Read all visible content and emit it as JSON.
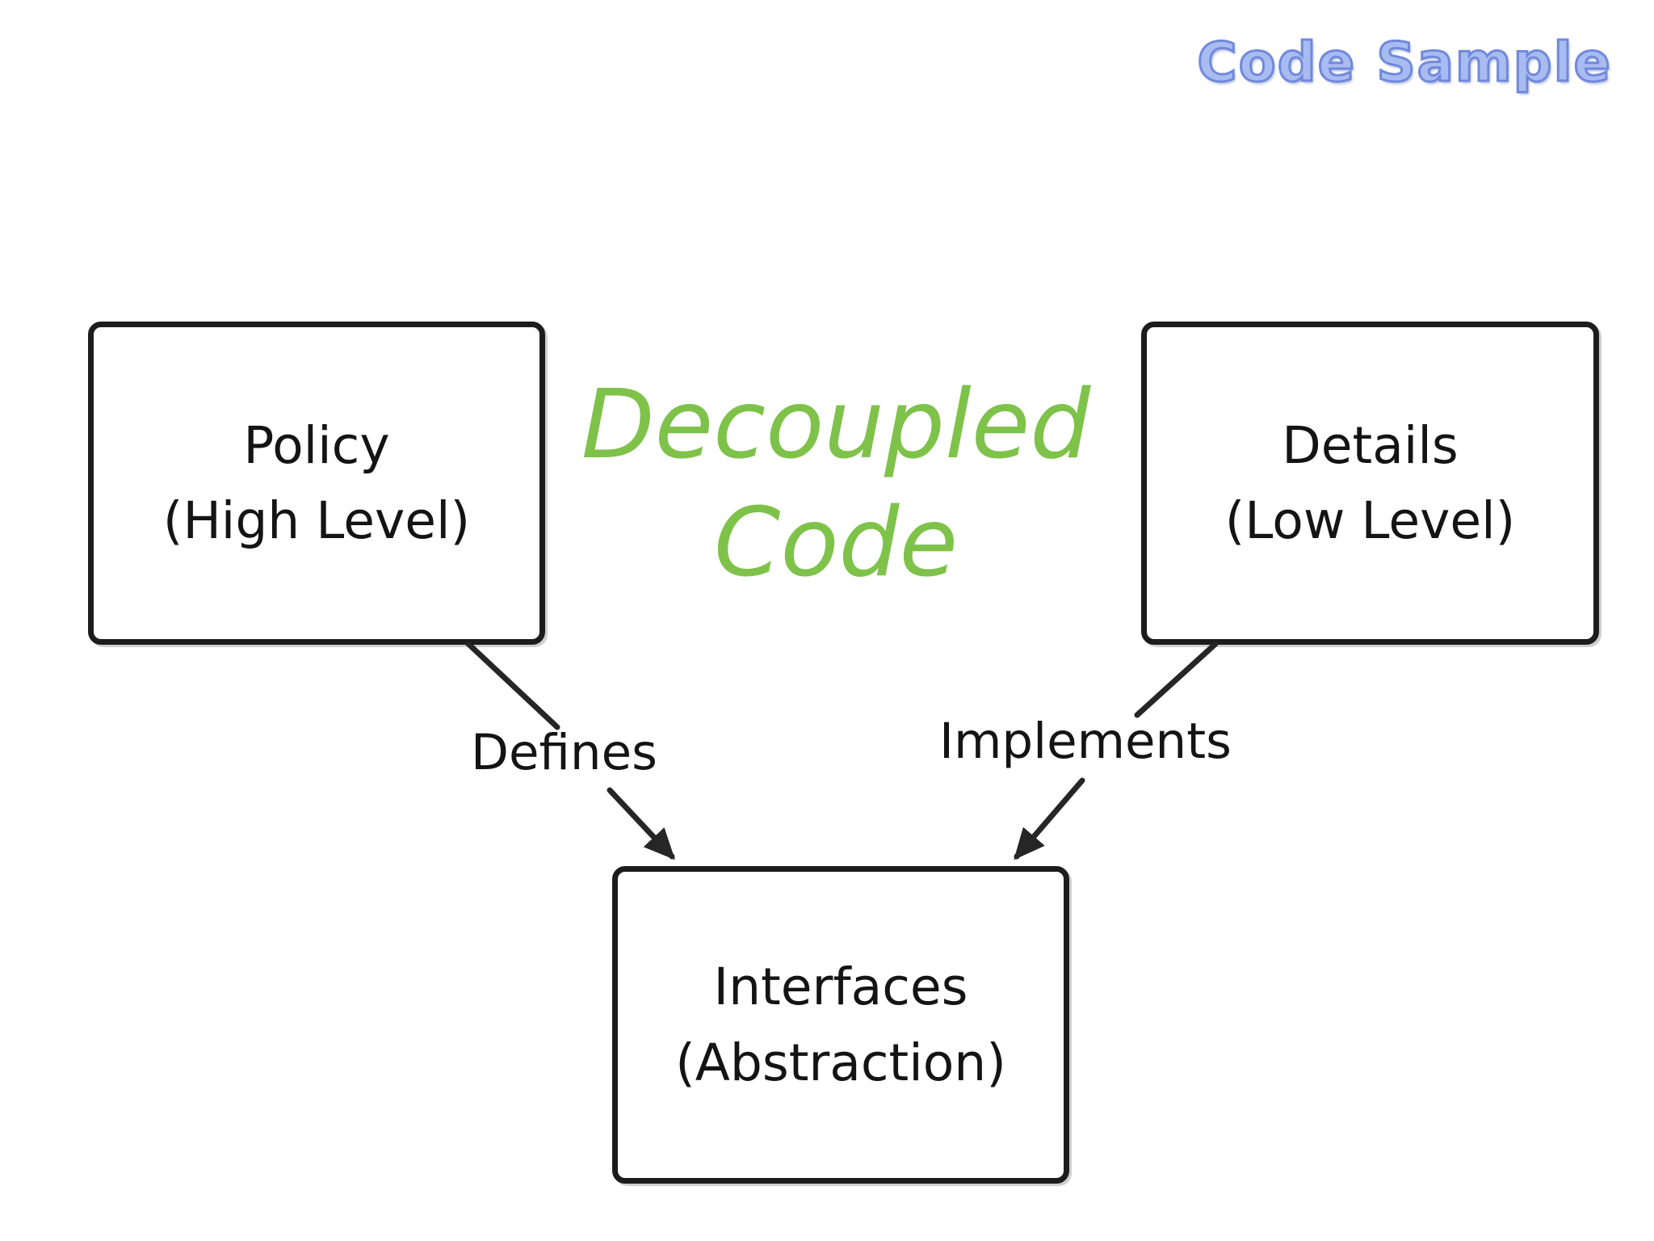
{
  "slide": {
    "background": "#ffffff"
  },
  "badge": {
    "label": "Code Sample",
    "fill_color": "#a9bcf1",
    "outline_color": "#7189dc"
  },
  "title": {
    "line1": "Decoupled",
    "line2": "Code",
    "color": "#7ec24a"
  },
  "nodes": {
    "policy": {
      "line1": "Policy",
      "line2": "(High Level)"
    },
    "details": {
      "line1": "Details",
      "line2": "(Low Level)"
    },
    "interfaces": {
      "line1": "Interfaces",
      "line2": "(Abstraction)"
    }
  },
  "edges": {
    "defines": {
      "label": "Defines",
      "from": "policy",
      "to": "interfaces"
    },
    "implements": {
      "label": "Implements",
      "from": "details",
      "to": "interfaces"
    }
  },
  "diagram_colors": {
    "node_border": "#1c1c1c",
    "node_fill": "#ffffff",
    "arrow": "#262626",
    "text": "#141414"
  }
}
